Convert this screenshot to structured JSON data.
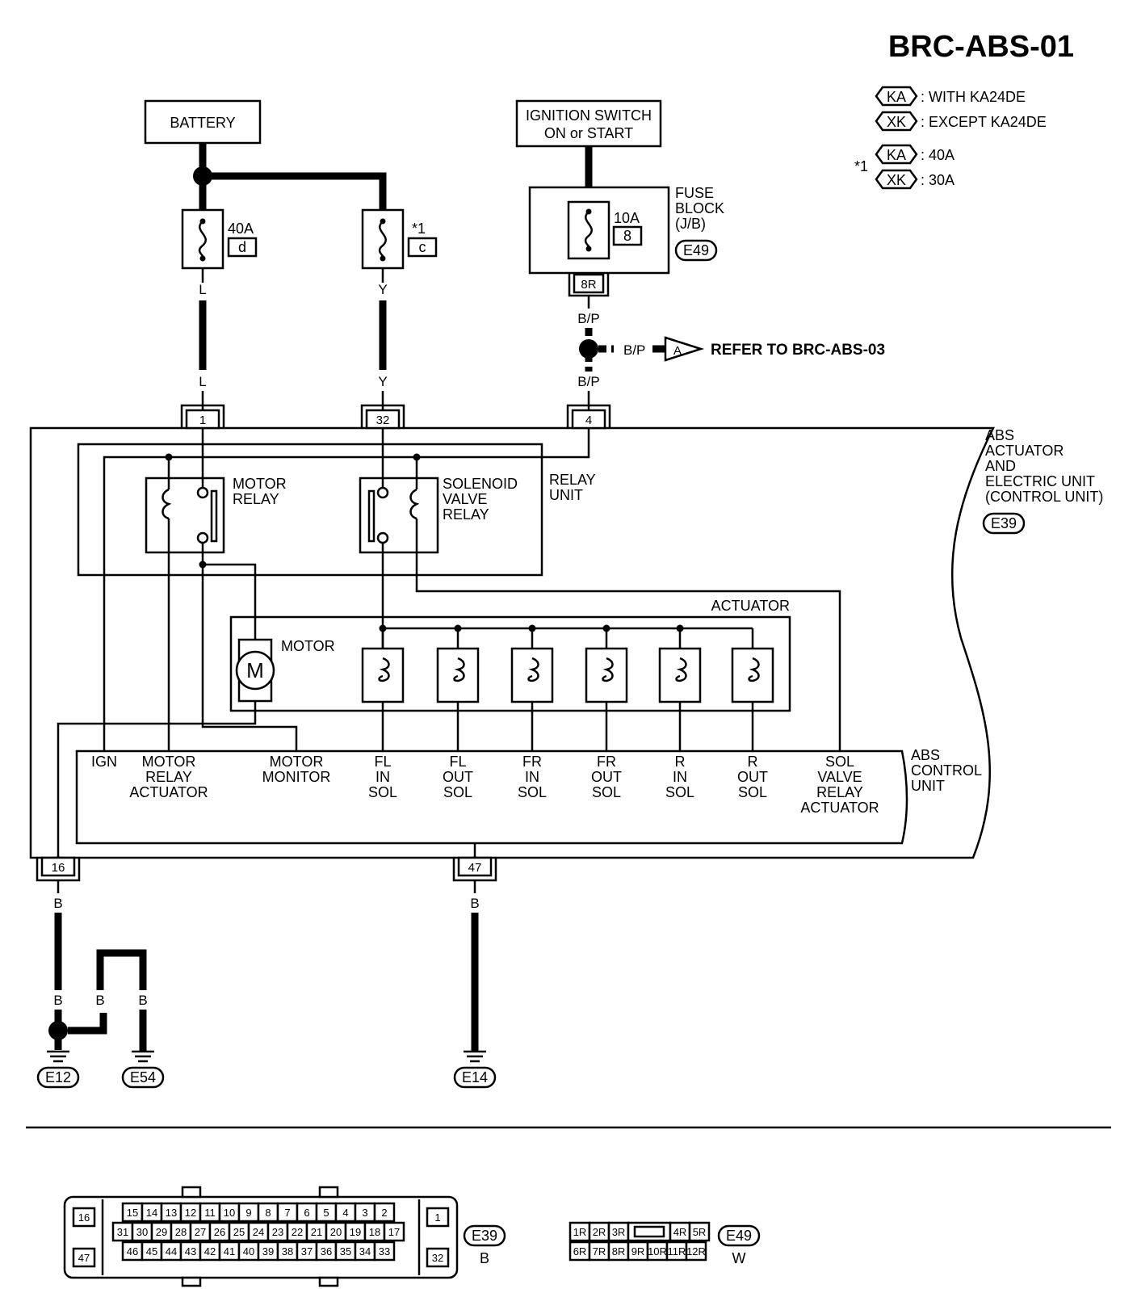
{
  "title": "BRC-ABS-01",
  "legend": {
    "ka_tag": "KA",
    "ka_text": ": WITH KA24DE",
    "xk_tag": "XK",
    "xk_text": ": EXCEPT KA24DE",
    "star_mark": "*1",
    "star_ka_tag": "KA",
    "star_ka_text": ": 40A",
    "star_xk_tag": "XK",
    "star_xk_text": ": 30A"
  },
  "battery": "BATTERY",
  "fuse_40a": {
    "rating": "40A",
    "id": "d"
  },
  "fuse_star": {
    "rating": "*1",
    "id": "c"
  },
  "ignition": {
    "line1": "IGNITION SWITCH",
    "line2": "ON or START"
  },
  "fuse_block": {
    "line1": "FUSE",
    "line2": "BLOCK",
    "line3": "(J/B)",
    "rating": "10A",
    "id": "8",
    "connector": "E49",
    "terminal": "8R"
  },
  "wires": {
    "l": "L",
    "y": "Y",
    "bp": "B/P",
    "b": "B"
  },
  "refer": {
    "tag": "A",
    "text": "REFER TO BRC-ABS-03"
  },
  "terminals": {
    "t1": "1",
    "t32": "32",
    "t4": "4",
    "t16": "16",
    "t47": "47"
  },
  "abs_unit": {
    "line1": "ABS",
    "line2": "ACTUATOR",
    "line3": "AND",
    "line4": "ELECTRIC UNIT",
    "line5": "(CONTROL UNIT)",
    "connector": "E39"
  },
  "relay_unit": {
    "line1": "RELAY",
    "line2": "UNIT"
  },
  "motor_relay": {
    "line1": "MOTOR",
    "line2": "RELAY"
  },
  "solenoid_relay": {
    "line1": "SOLENOID",
    "line2": "VALVE",
    "line3": "RELAY"
  },
  "actuator": "ACTUATOR",
  "motor": {
    "label": "MOTOR",
    "symbol": "M"
  },
  "control_unit": {
    "line1": "ABS",
    "line2": "CONTROL",
    "line3": "UNIT"
  },
  "cu_labels": [
    {
      "lines": [
        "IGN"
      ]
    },
    {
      "lines": [
        "MOTOR",
        "RELAY",
        "ACTUATOR"
      ]
    },
    {
      "lines": [
        "MOTOR",
        "MONITOR"
      ]
    },
    {
      "lines": [
        "FL",
        "IN",
        "SOL"
      ]
    },
    {
      "lines": [
        "FL",
        "OUT",
        "SOL"
      ]
    },
    {
      "lines": [
        "FR",
        "IN",
        "SOL"
      ]
    },
    {
      "lines": [
        "FR",
        "OUT",
        "SOL"
      ]
    },
    {
      "lines": [
        "R",
        "IN",
        "SOL"
      ]
    },
    {
      "lines": [
        "R",
        "OUT",
        "SOL"
      ]
    },
    {
      "lines": [
        "SOL",
        "VALVE",
        "RELAY",
        "ACTUATOR"
      ]
    }
  ],
  "grounds": [
    "E12",
    "E54",
    "E14"
  ],
  "e39_connector": {
    "id": "E39",
    "color": "B",
    "left_top": "16",
    "left_bottom": "47",
    "right_top": "1",
    "right_bottom": "32",
    "row1": [
      "15",
      "14",
      "13",
      "12",
      "11",
      "10",
      "9",
      "8",
      "7",
      "6",
      "5",
      "4",
      "3",
      "2"
    ],
    "row2": [
      "31",
      "30",
      "29",
      "28",
      "27",
      "26",
      "25",
      "24",
      "23",
      "22",
      "21",
      "20",
      "19",
      "18",
      "17"
    ],
    "row3": [
      "46",
      "45",
      "44",
      "43",
      "42",
      "41",
      "40",
      "39",
      "38",
      "37",
      "36",
      "35",
      "34",
      "33"
    ]
  },
  "e49_connector": {
    "id": "E49",
    "color": "W",
    "row1": [
      "1R",
      "2R",
      "3R",
      "",
      "4R",
      "5R"
    ],
    "row2": [
      "6R",
      "7R",
      "8R",
      "9R",
      "10R",
      "11R",
      "12R"
    ]
  }
}
